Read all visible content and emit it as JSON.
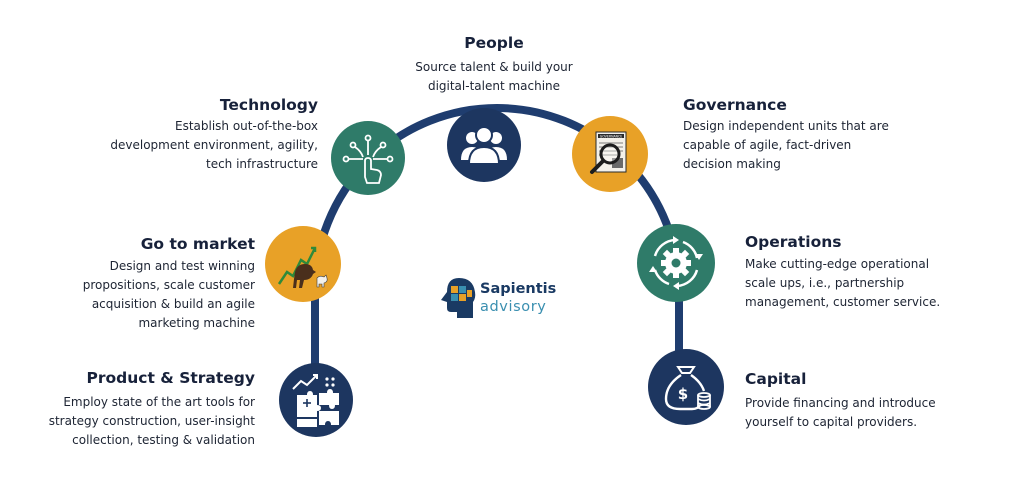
{
  "logo": {
    "name": "Sapientis",
    "sub": "advisory"
  },
  "colors": {
    "navy": "#1d3660",
    "teal": "#2f7b69",
    "gold": "#e8a127",
    "arc": "#1f3d6f"
  },
  "nodes": {
    "people": {
      "title": "People",
      "lines": [
        "Source talent & build your",
        "digital-talent machine"
      ],
      "icon": "people-group-icon"
    },
    "technology": {
      "title": "Technology",
      "lines": [
        "Establish out-of-the-box",
        "development environment, agility,",
        "tech infrastructure"
      ],
      "icon": "touch-network-icon"
    },
    "governance": {
      "title": "Governance",
      "lines": [
        "Design independent units that are",
        "capable of agile, fact-driven",
        "decision making"
      ],
      "icon": "magnifier-document-icon",
      "badge": "GOVERNANCE"
    },
    "gotomarket": {
      "title": "Go to market",
      "lines": [
        "Design and test winning",
        "propositions, scale customer",
        "acquisition & build an agile",
        "marketing machine"
      ],
      "icon": "bull-bear-chart-icon"
    },
    "operations": {
      "title": "Operations",
      "lines": [
        "Make cutting-edge operational",
        "scale ups, i.e., partnership",
        "management, customer service."
      ],
      "icon": "gear-cycle-icon"
    },
    "product": {
      "title": "Product & Strategy",
      "lines": [
        "Employ state of the art tools for",
        "strategy construction, user-insight",
        "collection, testing & validation"
      ],
      "icon": "puzzle-strategy-icon"
    },
    "capital": {
      "title": "Capital",
      "lines": [
        "Provide financing and introduce",
        "yourself to capital providers."
      ],
      "icon": "money-bag-icon"
    }
  }
}
